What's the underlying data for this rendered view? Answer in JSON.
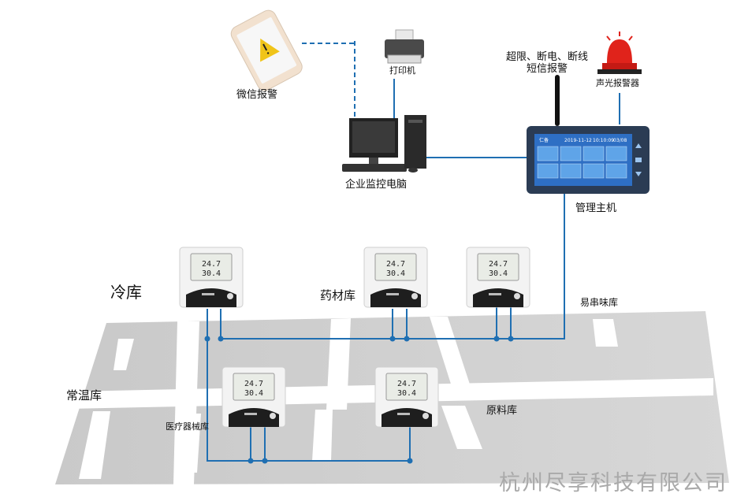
{
  "labels": {
    "wechat_alarm": "微信报警",
    "printer": "打印机",
    "sms_alarm_line1": "超限、断电、断线",
    "sms_alarm_line2": "短信报警",
    "sound_light_alarm": "声光报警器",
    "enterprise_pc": "企业监控电脑",
    "host": "管理主机",
    "cold_storage": "冷库",
    "medicine_storage": "药材库",
    "odor_storage": "易串味库",
    "normal_storage": "常温库",
    "device_storage": "医疗器械库",
    "raw_material_storage": "原料库"
  },
  "sensor_display": {
    "temperature": "24.7",
    "humidity": "30.4"
  },
  "host_screen": {
    "brand": "仁备",
    "date": "2019-11-12",
    "time": "10:10:09",
    "page": "03/08"
  },
  "company": "杭州尽享科技有限公司",
  "colors": {
    "wire": "#1f6fb2",
    "floor": "#cbcbcb",
    "host_body": "#2b3c54",
    "screen": "#2e6fc4",
    "alarm": "#e0231b"
  }
}
